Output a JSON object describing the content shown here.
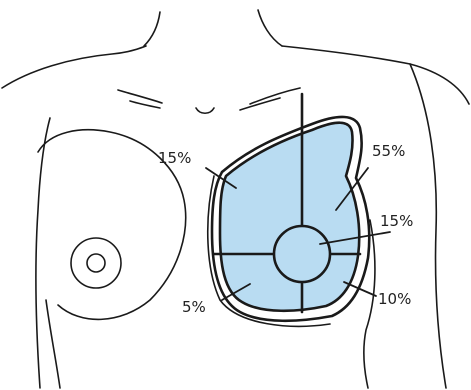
{
  "diagram": {
    "colors": {
      "region_fill": "#b9dcf2",
      "outline": "#1a1a1a",
      "label": "#222222"
    },
    "quadrant_labels": {
      "upper_inner": "15%",
      "upper_outer": "55%",
      "central": "15%",
      "lower_inner": "5%",
      "lower_outer": "10%"
    }
  }
}
